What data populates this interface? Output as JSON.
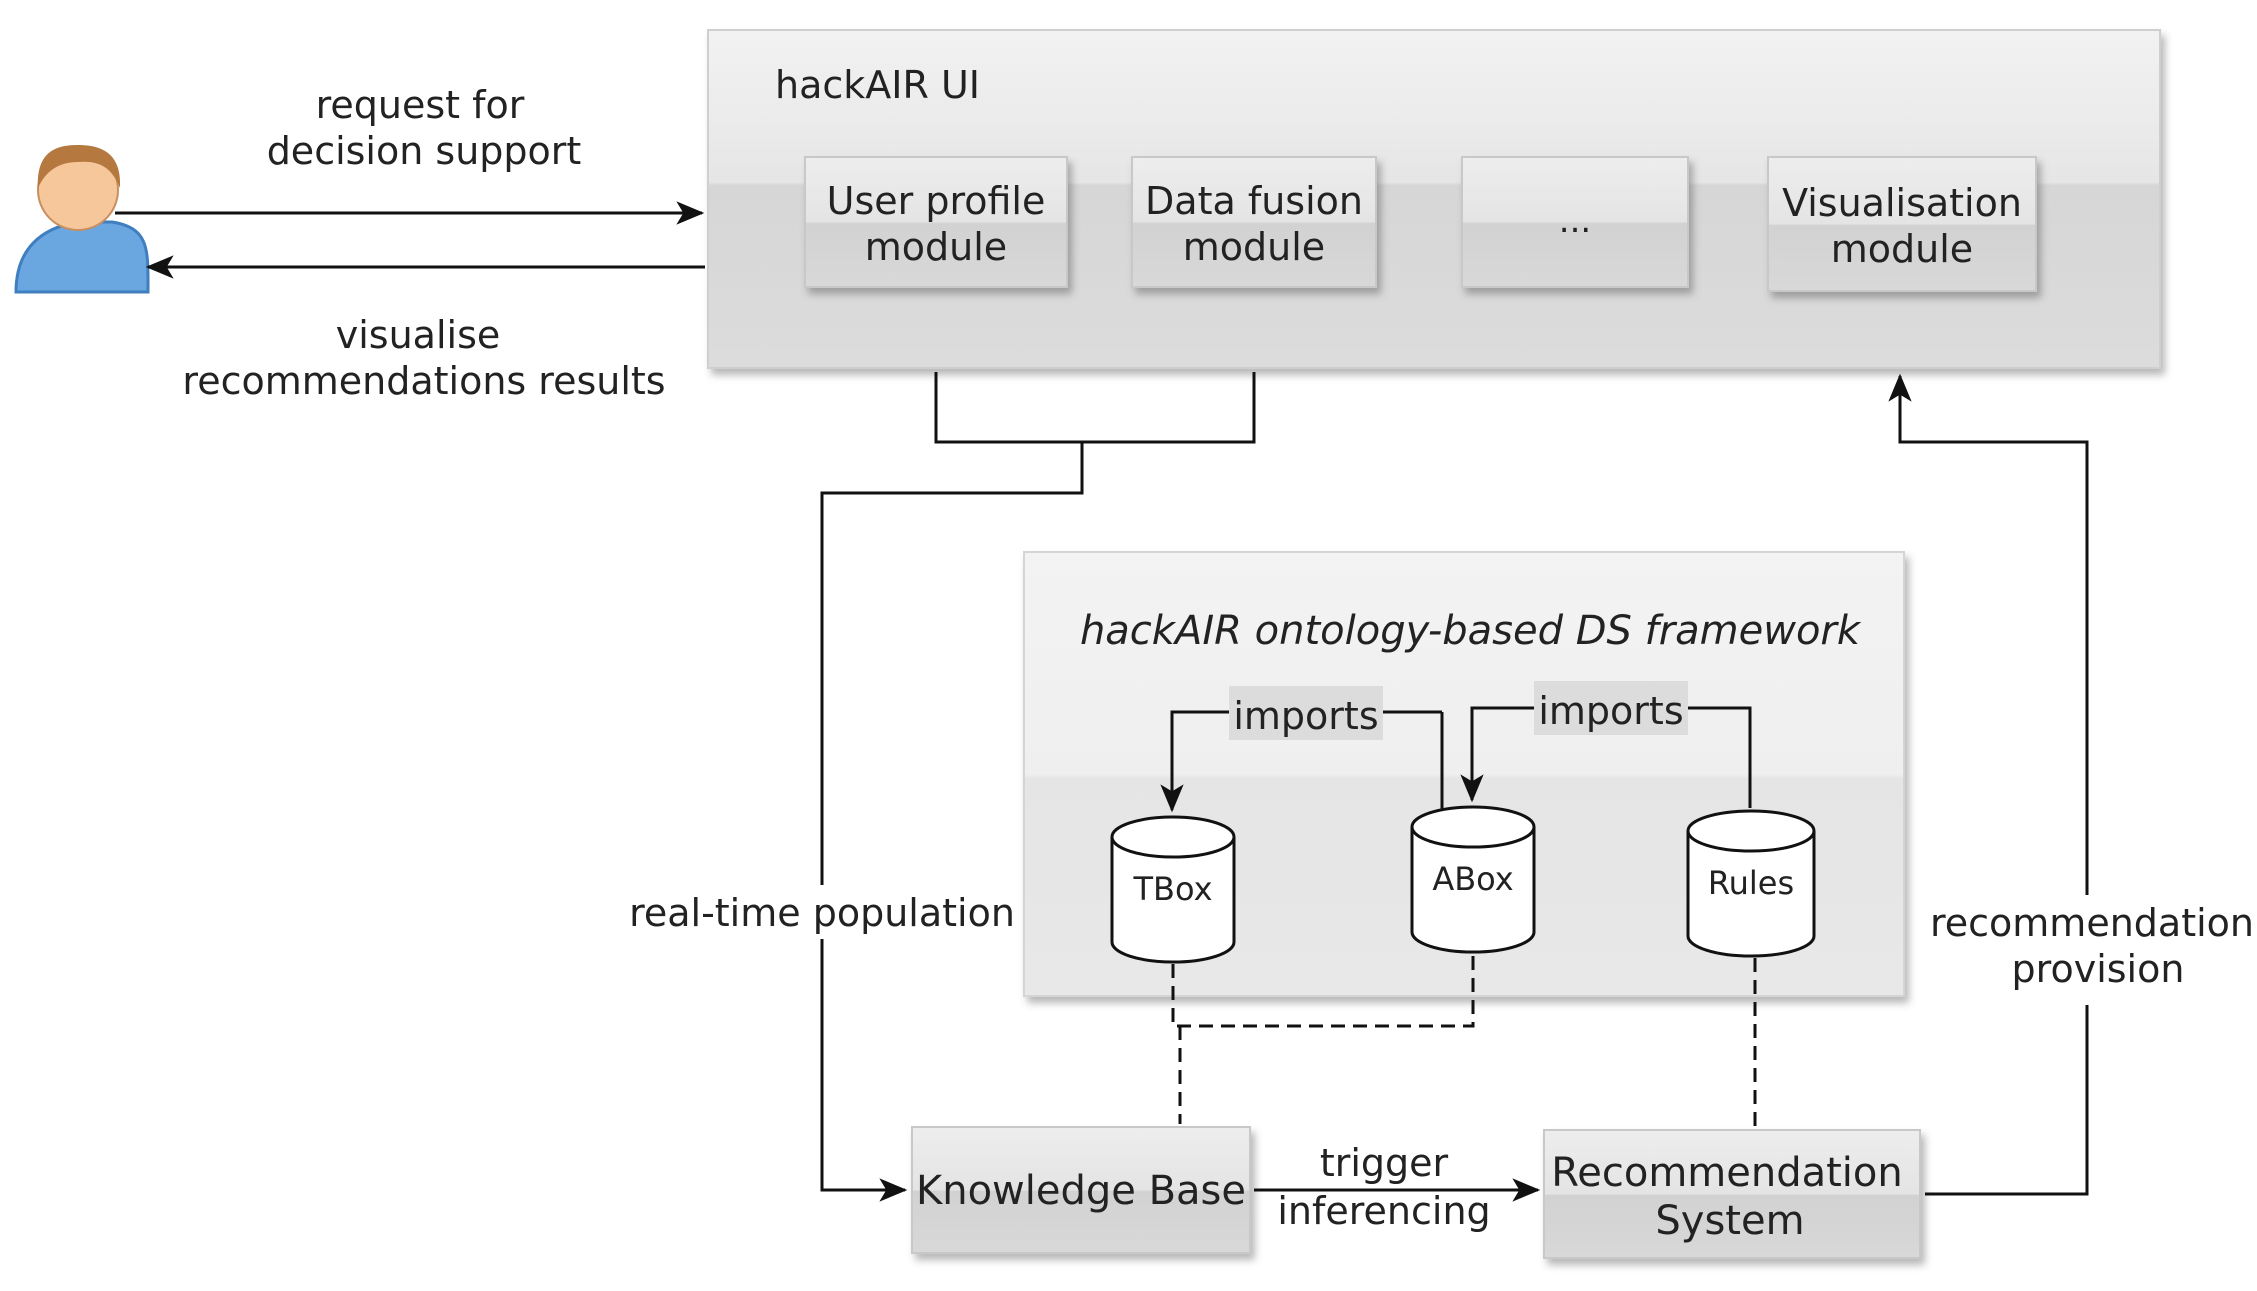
{
  "ui_panel": {
    "title": "hackAIR UI",
    "modules": [
      {
        "line1": "User profile",
        "line2": "module"
      },
      {
        "line1": "Data fusion",
        "line2": "module"
      },
      {
        "line1": "...",
        "line2": ""
      },
      {
        "line1": "Visualisation",
        "line2": "module"
      }
    ]
  },
  "user_arrows": {
    "request_line1": "request for",
    "request_line2": "decision support",
    "visualise_line1": "visualise",
    "visualise_line2": "recommendations results"
  },
  "framework": {
    "title": "hackAIR ontology-based DS framework",
    "imports_left": "imports",
    "imports_right": "imports",
    "cylinders": [
      "TBox",
      "ABox",
      "Rules"
    ]
  },
  "bottom": {
    "knowledge_base": "Knowledge Base",
    "recommendation_line1": "Recommendation",
    "recommendation_line2": "System",
    "trigger_line1": "trigger",
    "trigger_line2": "inferencing"
  },
  "edge_labels": {
    "realtime": "real-time population",
    "provision_line1": "recommendation",
    "provision_line2": "provision"
  }
}
